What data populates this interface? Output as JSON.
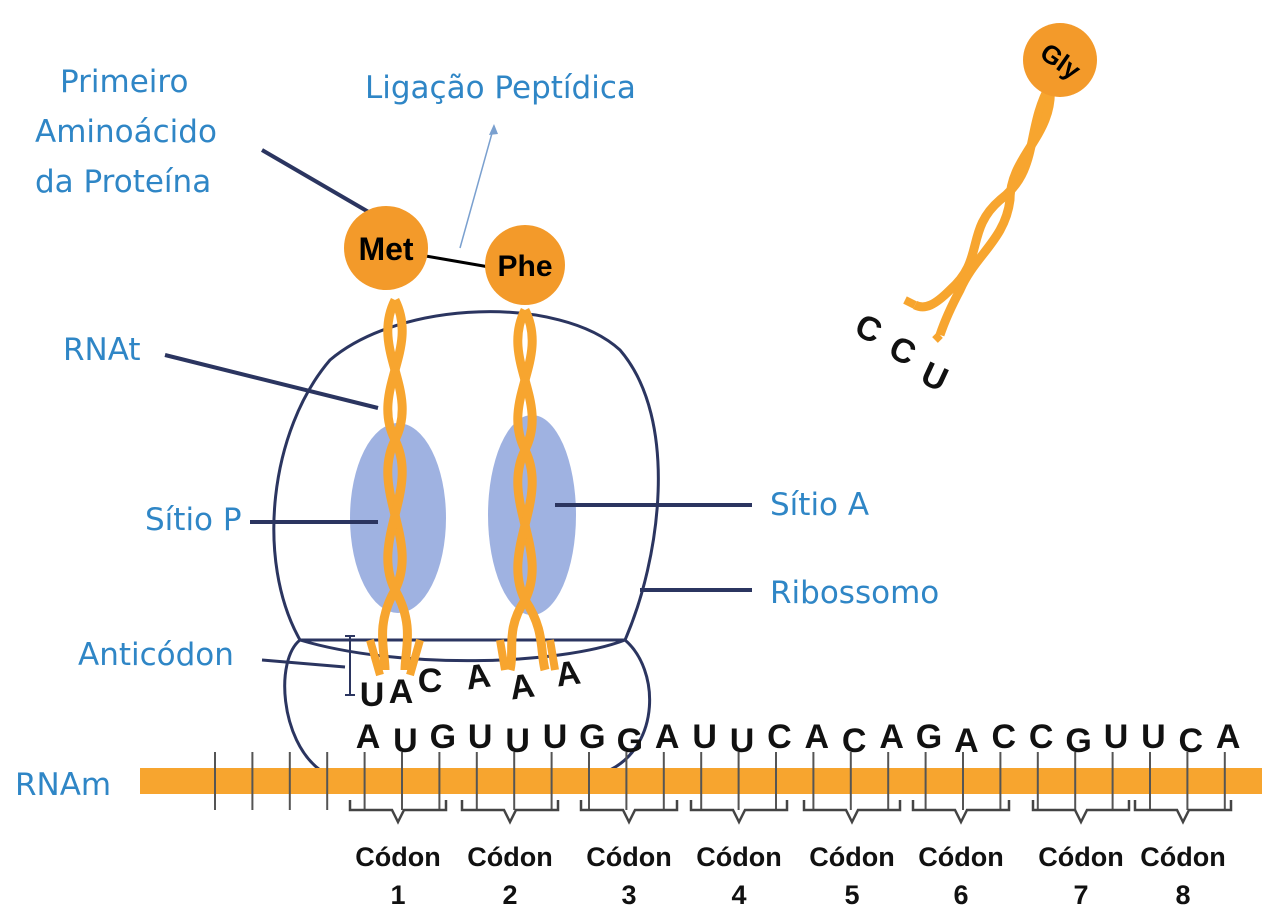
{
  "labels": {
    "first_amino_acid": [
      "Primeiro",
      "Aminoácido",
      "da Proteína"
    ],
    "peptide_bond": "Ligação Peptídica",
    "trna": "RNAt",
    "p_site": "Sítio P",
    "a_site": "Sítio A",
    "ribosome": "Ribossomo",
    "anticodon": "Anticódon",
    "mrna": "RNAm"
  },
  "amino_acids": {
    "met": "Met",
    "phe": "Phe",
    "gly": "Gly"
  },
  "anticodons": {
    "p_site": [
      "U",
      "A",
      "C"
    ],
    "a_site": [
      "A",
      "A",
      "A"
    ],
    "incoming": [
      "C",
      "C",
      "U"
    ]
  },
  "mrna_sequence": [
    "A",
    "U",
    "G",
    "U",
    "U",
    "U",
    "G",
    "G",
    "A",
    "U",
    "U",
    "C",
    "A",
    "C",
    "A",
    "G",
    "A",
    "C",
    "C",
    "G",
    "U",
    "U",
    "C",
    "A"
  ],
  "codons": [
    {
      "word": "Códon",
      "number": "1"
    },
    {
      "word": "Códon",
      "number": "2"
    },
    {
      "word": "Códon",
      "number": "3"
    },
    {
      "word": "Códon",
      "number": "4"
    },
    {
      "word": "Códon",
      "number": "5"
    },
    {
      "word": "Códon",
      "number": "6"
    },
    {
      "word": "Códon",
      "number": "7"
    },
    {
      "word": "Códon",
      "number": "8"
    }
  ],
  "colors": {
    "label_blue": "#2f86c6",
    "trna_orange": "#f7a52f",
    "amino_orange": "#f39a2a",
    "site_blue": "#8ea5dc",
    "outline": "#2b3560"
  }
}
